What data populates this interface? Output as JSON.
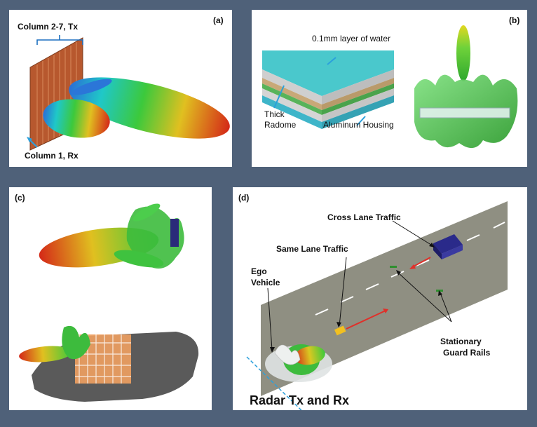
{
  "panels": {
    "a": {
      "tag": "(a)",
      "label_tx": "Column 2-7, Tx",
      "label_rx": "Column 1, Rx"
    },
    "b": {
      "tag": "(b)",
      "label_water": "0.1mm layer of water",
      "label_radome_1": "Thick",
      "label_radome_2": "Radome",
      "label_housing": "Aluminum Housing"
    },
    "c": {
      "tag": "(c)"
    },
    "d": {
      "tag": "(d)",
      "label_cross": "Cross Lane Traffic",
      "label_same": "Same Lane Traffic",
      "label_ego_1": "Ego",
      "label_ego_2": "Vehicle",
      "label_rails_1": "Stationary",
      "label_rails_2": "Guard Rails",
      "label_radar": "Radar Tx and Rx"
    }
  },
  "colors": {
    "background": "#4f6179",
    "panel": "#ffffff",
    "road": "#8f8f82",
    "accent_arrow": "#1e9fd8",
    "pattern_green": "#3dbb3d",
    "pattern_red": "#d83020"
  }
}
